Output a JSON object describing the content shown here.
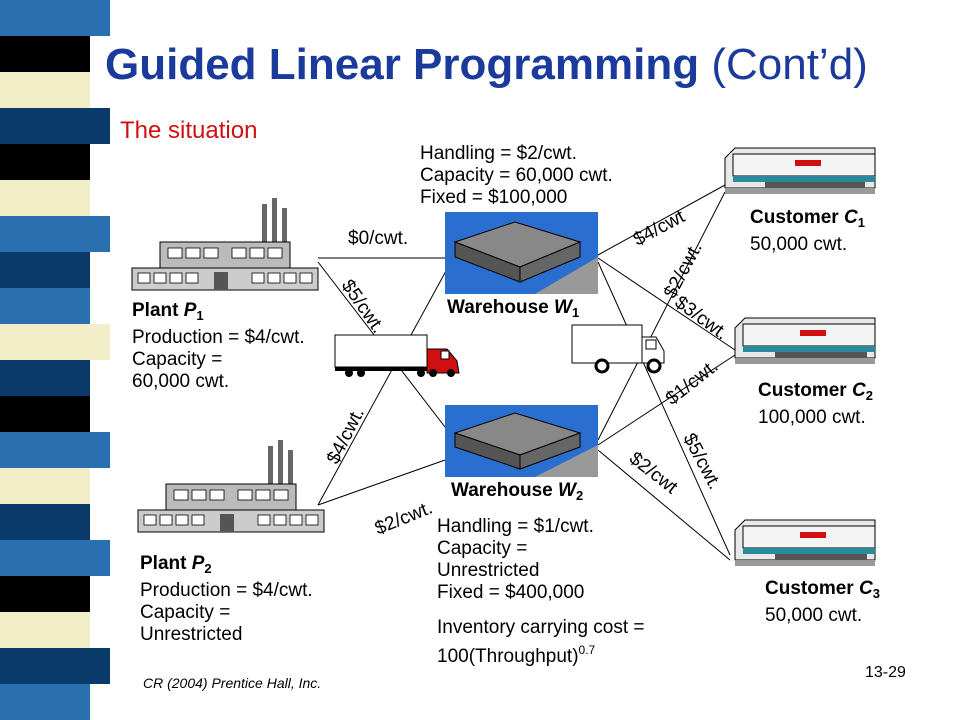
{
  "slide": {
    "title_bold": "Guided Linear Programming",
    "title_rest": "(Cont’d)",
    "subtitle": "The situation",
    "footer": "CR (2004) Prentice Hall, Inc.",
    "page_number": "13-29",
    "colors": {
      "title": "#1a3b9c",
      "subtitle": "#d01010",
      "stripe_dark": "#0a3a6a",
      "stripe_mid": "#2a6fb0",
      "stripe_cream": "#f2efc8",
      "stripe_black": "#000000"
    }
  },
  "warehouse_w1": {
    "handling": "Handling = $2/cwt.",
    "capacity": "Capacity = 60,000 cwt.",
    "fixed": "Fixed = $100,000",
    "label": "Warehouse",
    "symbol": "W",
    "index": "1"
  },
  "warehouse_w2": {
    "label": "Warehouse",
    "symbol": "W",
    "index": "2",
    "handling": "Handling = $1/cwt.",
    "capacity_label": "Capacity =",
    "capacity_value": "Unrestricted",
    "fixed": "Fixed = $400,000",
    "inventory_line1": "Inventory carrying cost =",
    "inventory_line2": "100(Throughput)",
    "inventory_exponent": "0.7"
  },
  "plant_p1": {
    "label": "Plant",
    "symbol": "P",
    "index": "1",
    "production": "Production = $4/cwt.",
    "capacity_label": "Capacity =",
    "capacity_value": "60,000 cwt."
  },
  "plant_p2": {
    "label": "Plant",
    "symbol": "P",
    "index": "2",
    "production": "Production = $4/cwt.",
    "capacity_label": "Capacity =",
    "capacity_value": "Unrestricted"
  },
  "customer_c1": {
    "label": "Customer",
    "symbol": "C",
    "index": "1",
    "demand": "50,000 cwt."
  },
  "customer_c2": {
    "label": "Customer",
    "symbol": "C",
    "index": "2",
    "demand": "100,000 cwt."
  },
  "customer_c3": {
    "label": "Customer",
    "symbol": "C",
    "index": "3",
    "demand": "50,000 cwt."
  },
  "rates": {
    "p1_w1": "$0/cwt.",
    "p1_w2": "$5/cwt.",
    "p2_w1": "$4/cwt.",
    "p2_w2": "$2/cwt.",
    "w1_c1": "$4/cwt",
    "w1_c2": "$2/cwt.",
    "w1_c3": "$3/cwt.",
    "w2_c1": "$1/cwt.",
    "w2_c2": "$2/cwt",
    "w2_c3": "$5/cwt."
  },
  "icons": {
    "plant": "factory-icon",
    "warehouse": "warehouse-icon",
    "customer": "store-icon",
    "truck1": "semi-truck-icon",
    "truck2": "box-truck-icon"
  }
}
